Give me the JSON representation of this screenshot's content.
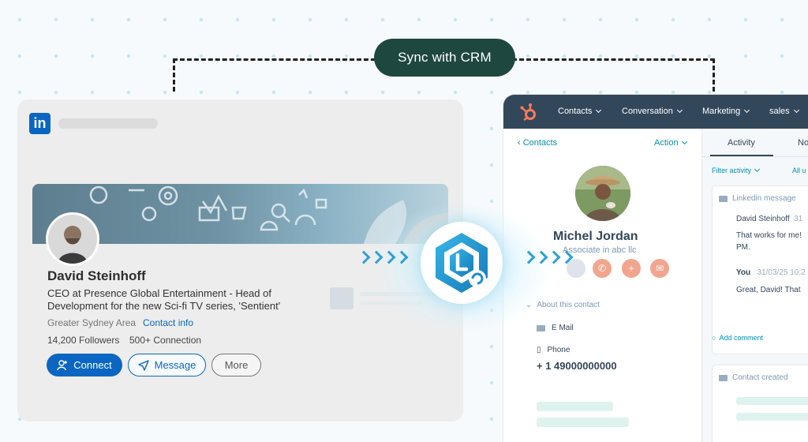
{
  "sync_label": "Sync with CRM",
  "linkedin": {
    "logo_text": "in",
    "profile": {
      "name": "David Steinhoff",
      "headline": "CEO at Presence Global Entertainment - Head of Development for the new Sci-fi TV series, 'Sentient'",
      "location": "Greater Sydney Area",
      "contact_info_link": "Contact info",
      "followers": "14,200 Followers",
      "connections": "500+ Connection"
    },
    "buttons": {
      "connect": "Connect",
      "message": "Message",
      "more": "More"
    }
  },
  "crm": {
    "brand_color": "#ff7a59",
    "nav": [
      "Contacts",
      "Conversation",
      "Marketing",
      "sales"
    ],
    "back_link": "Contacts",
    "action": "Action",
    "contact": {
      "name": "Michel Jordan",
      "title": "Associate in abc llc"
    },
    "about_header": "About this contact",
    "fields": {
      "email_label": "E Mail",
      "phone_label": "Phone",
      "phone_value": "+ 1 49000000000"
    },
    "activity": {
      "tabs": [
        "Activity",
        "No"
      ],
      "filter": "Filter activity",
      "all_users": "All u",
      "message_card": {
        "header": "Linkedin message",
        "sender": "David Steinhoff",
        "sender_date": "31",
        "message_line1": "That works for me!",
        "message_line2": "PM.",
        "reply_sender": "You",
        "reply_date": "31/03/25 10:2",
        "reply_text": "Great, David! That"
      },
      "add_comment": "Add comment",
      "created_card": {
        "header": "Contact created"
      }
    }
  },
  "colors": {
    "linkedin_blue": "#0a66c2",
    "sync_pill": "#1e4740",
    "crm_nav": "#33475b",
    "link": "#0091ae"
  }
}
